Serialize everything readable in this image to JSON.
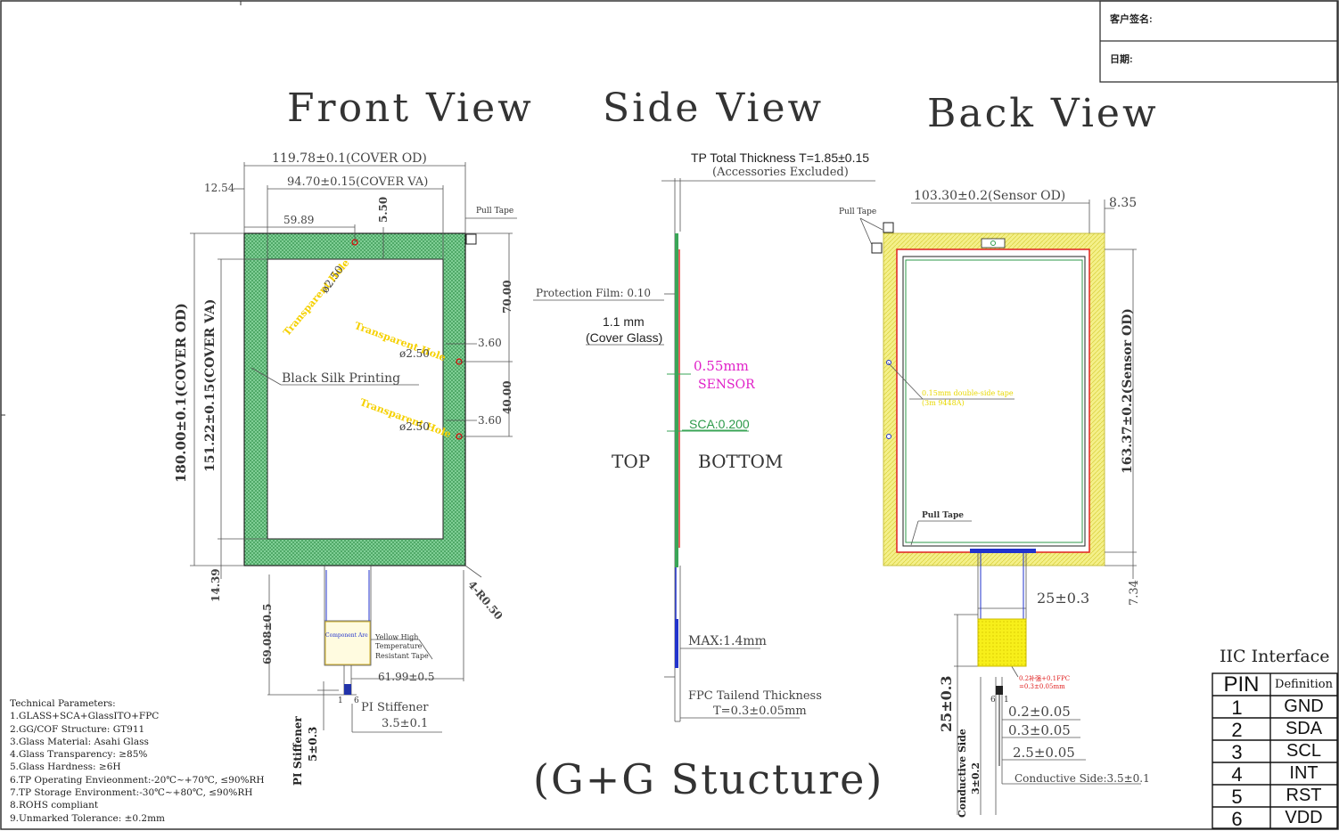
{
  "signature": {
    "customer_label": "客户签名:",
    "date_label": "日期:"
  },
  "views": {
    "front": "Front View",
    "side": "Side View",
    "back": "Back View"
  },
  "front": {
    "cover_od_w": "119.78±0.1(COVER OD)",
    "cover_va_w": "94.70±0.15(COVER VA)",
    "left_margin": "12.54",
    "hole_x": "59.89",
    "hole_y": "5.50",
    "pull_tape": "Pull Tape",
    "hole_dia": "ø2.50",
    "transparent_hole": "Transparent Hole",
    "dim_3_60": "3.60",
    "dim_70": "70.00",
    "dim_40": "40.00",
    "black_silk": "Black Silk Printing",
    "cover_od_h": "180.00±0.1(COVER OD)",
    "cover_va_h": "151.22±0.15(COVER VA)",
    "bottom_margin": "14.39",
    "fpc_len": "69.08±0.5",
    "corner_r": "4-R0.50",
    "component_area": "Component Are",
    "yellow_tape": "Yellow High Temperature Resistant Tape",
    "fpc_offset": "61.99±0.5",
    "pin1": "1",
    "pin6": "6",
    "pi_stiffener": "PI Stiffener",
    "pi_stiffener_w": "3.5±0.1",
    "pi_stiffener_v": "PI Stiffener",
    "pi_stiffener_v_dim": "5±0.3"
  },
  "side": {
    "total_thickness": "TP Total Thickness T=1.85±0.15",
    "accessories": "(Accessories Excluded)",
    "protection_film": "Protection Film: 0.10",
    "cover_glass_t": "1.1 mm",
    "cover_glass": "(Cover Glass)",
    "sensor_t": "0.55mm",
    "sensor": "SENSOR",
    "sca": "SCA:0.200",
    "top": "TOP",
    "bottom": "BOTTOM",
    "max": "MAX:1.4mm",
    "fpc_tail": "FPC Tailend Thickness",
    "fpc_tail_t": "T=0.3±0.05mm"
  },
  "back": {
    "sensor_od_w": "103.30±0.2(Sensor OD)",
    "right_margin": "8.35",
    "pull_tape_top": "Pull Tape",
    "pull_tape_bottom": "Pull Tape",
    "double_tape": "0.15mm double-side tape",
    "double_tape2": "(3m 9448A)",
    "sensor_od_h": "163.37±0.2(Sensor OD)",
    "bottom_margin": "7.34",
    "fpc_w": "25±0.3",
    "fpc_h": "25±0.3",
    "stiffener_note": "0.2补强+0.1FPC",
    "stiffener_note2": "=0.3±0.05mm",
    "pin6": "6",
    "pin1": "1",
    "d1": "0.2±0.05",
    "d2": "0.3±0.05",
    "d3": "2.5±0.05",
    "conductive_side_h": "Conductive Side:3.5±0.1",
    "conductive_side_v": "Conductive Side",
    "conductive_side_v_dim": "3±0.2"
  },
  "structure": "(G+G Stucture)",
  "tech": {
    "title": "Technical Parameters:",
    "lines": [
      "1.GLASS+SCA+GlassITO+FPC",
      "2.GG/COF Structure: GT911",
      "3.Glass Material: Asahi Glass",
      "4.Glass Transparency: ≥85%",
      "5.Glass Hardness: ≥6H",
      "6.TP Operating Envieonment:-20℃~+70℃, ≤90%RH",
      "7.TP Storage Environment:-30℃~+80℃, ≤90%RH",
      "8.ROHS compliant",
      "9.Unmarked Tolerance: ±0.2mm"
    ]
  },
  "iic": {
    "title": "IIC Interface",
    "header": [
      "PIN",
      "Definition"
    ],
    "rows": [
      [
        "1",
        "GND"
      ],
      [
        "2",
        "SDA"
      ],
      [
        "3",
        "SCL"
      ],
      [
        "4",
        "INT"
      ],
      [
        "5",
        "RST"
      ],
      [
        "6",
        "VDD"
      ]
    ]
  },
  "colors": {
    "green": "#3aa557",
    "yellow": "#f2ee7a",
    "red": "#e02020",
    "magenta": "#e020c8"
  }
}
